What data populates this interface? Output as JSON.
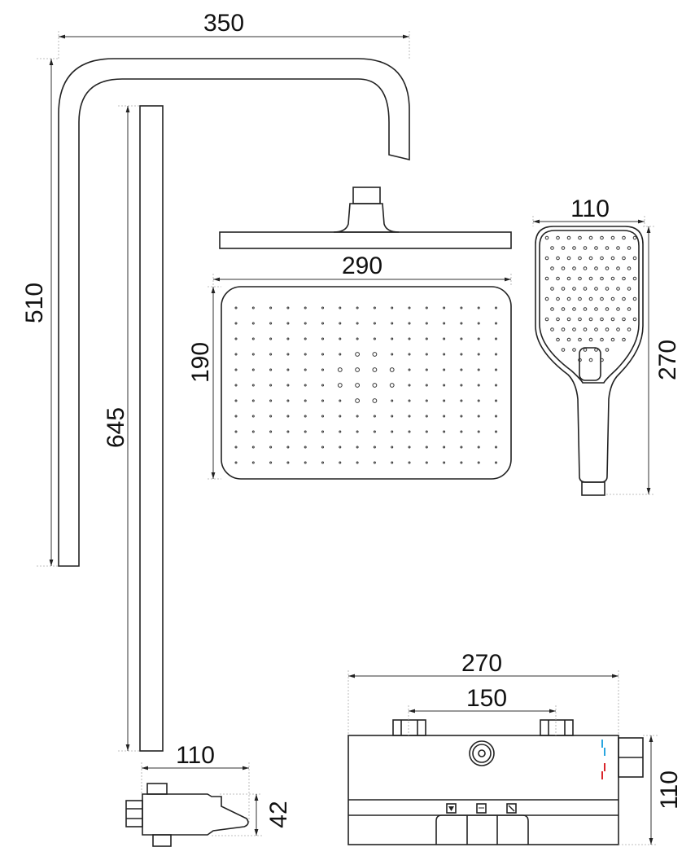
{
  "dimensions": {
    "arm_width": "350",
    "arm_height": "510",
    "rod_length": "645",
    "head_width": "290",
    "head_depth": "190",
    "hand_width": "110",
    "hand_length": "270",
    "spout_width": "110",
    "spout_height": "42",
    "mixer_width": "270",
    "mixer_spacing": "150",
    "mixer_height": "110"
  },
  "colors": {
    "cold": "#2aa6df",
    "hot": "#d9262c",
    "line": "#222222"
  }
}
